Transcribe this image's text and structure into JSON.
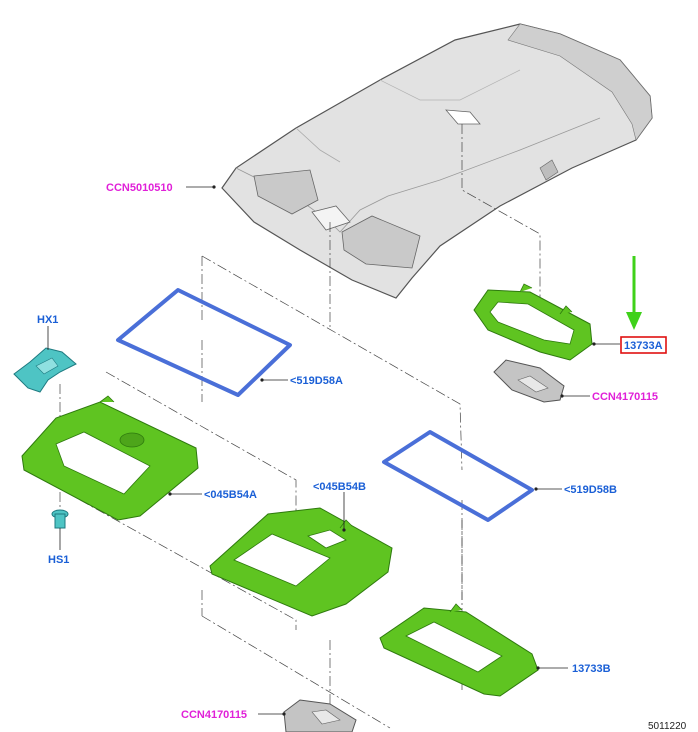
{
  "diagram": {
    "callouts": {
      "headliner": "CCN5010510",
      "hx1": "HX1",
      "hs1": "HS1",
      "gasket_left": "<519D58A",
      "bezel_left": "<045B54A",
      "bezel_mid": "<045B54B",
      "gasket_right": "<519D58B",
      "bezel_right": "13733B",
      "bezel_highlight": "13733A",
      "lamp_right": "CCN4170115",
      "lamp_bottom": "CCN4170115"
    },
    "diagram_id": "5011220",
    "colors": {
      "highlighted_part": "#5fc421",
      "gasket": "#4a6fd8",
      "part_number": "#1a5fd6",
      "ccn_number": "#e020d8",
      "highlight_box": "#e01010",
      "arrow": "#3fd11a"
    }
  }
}
